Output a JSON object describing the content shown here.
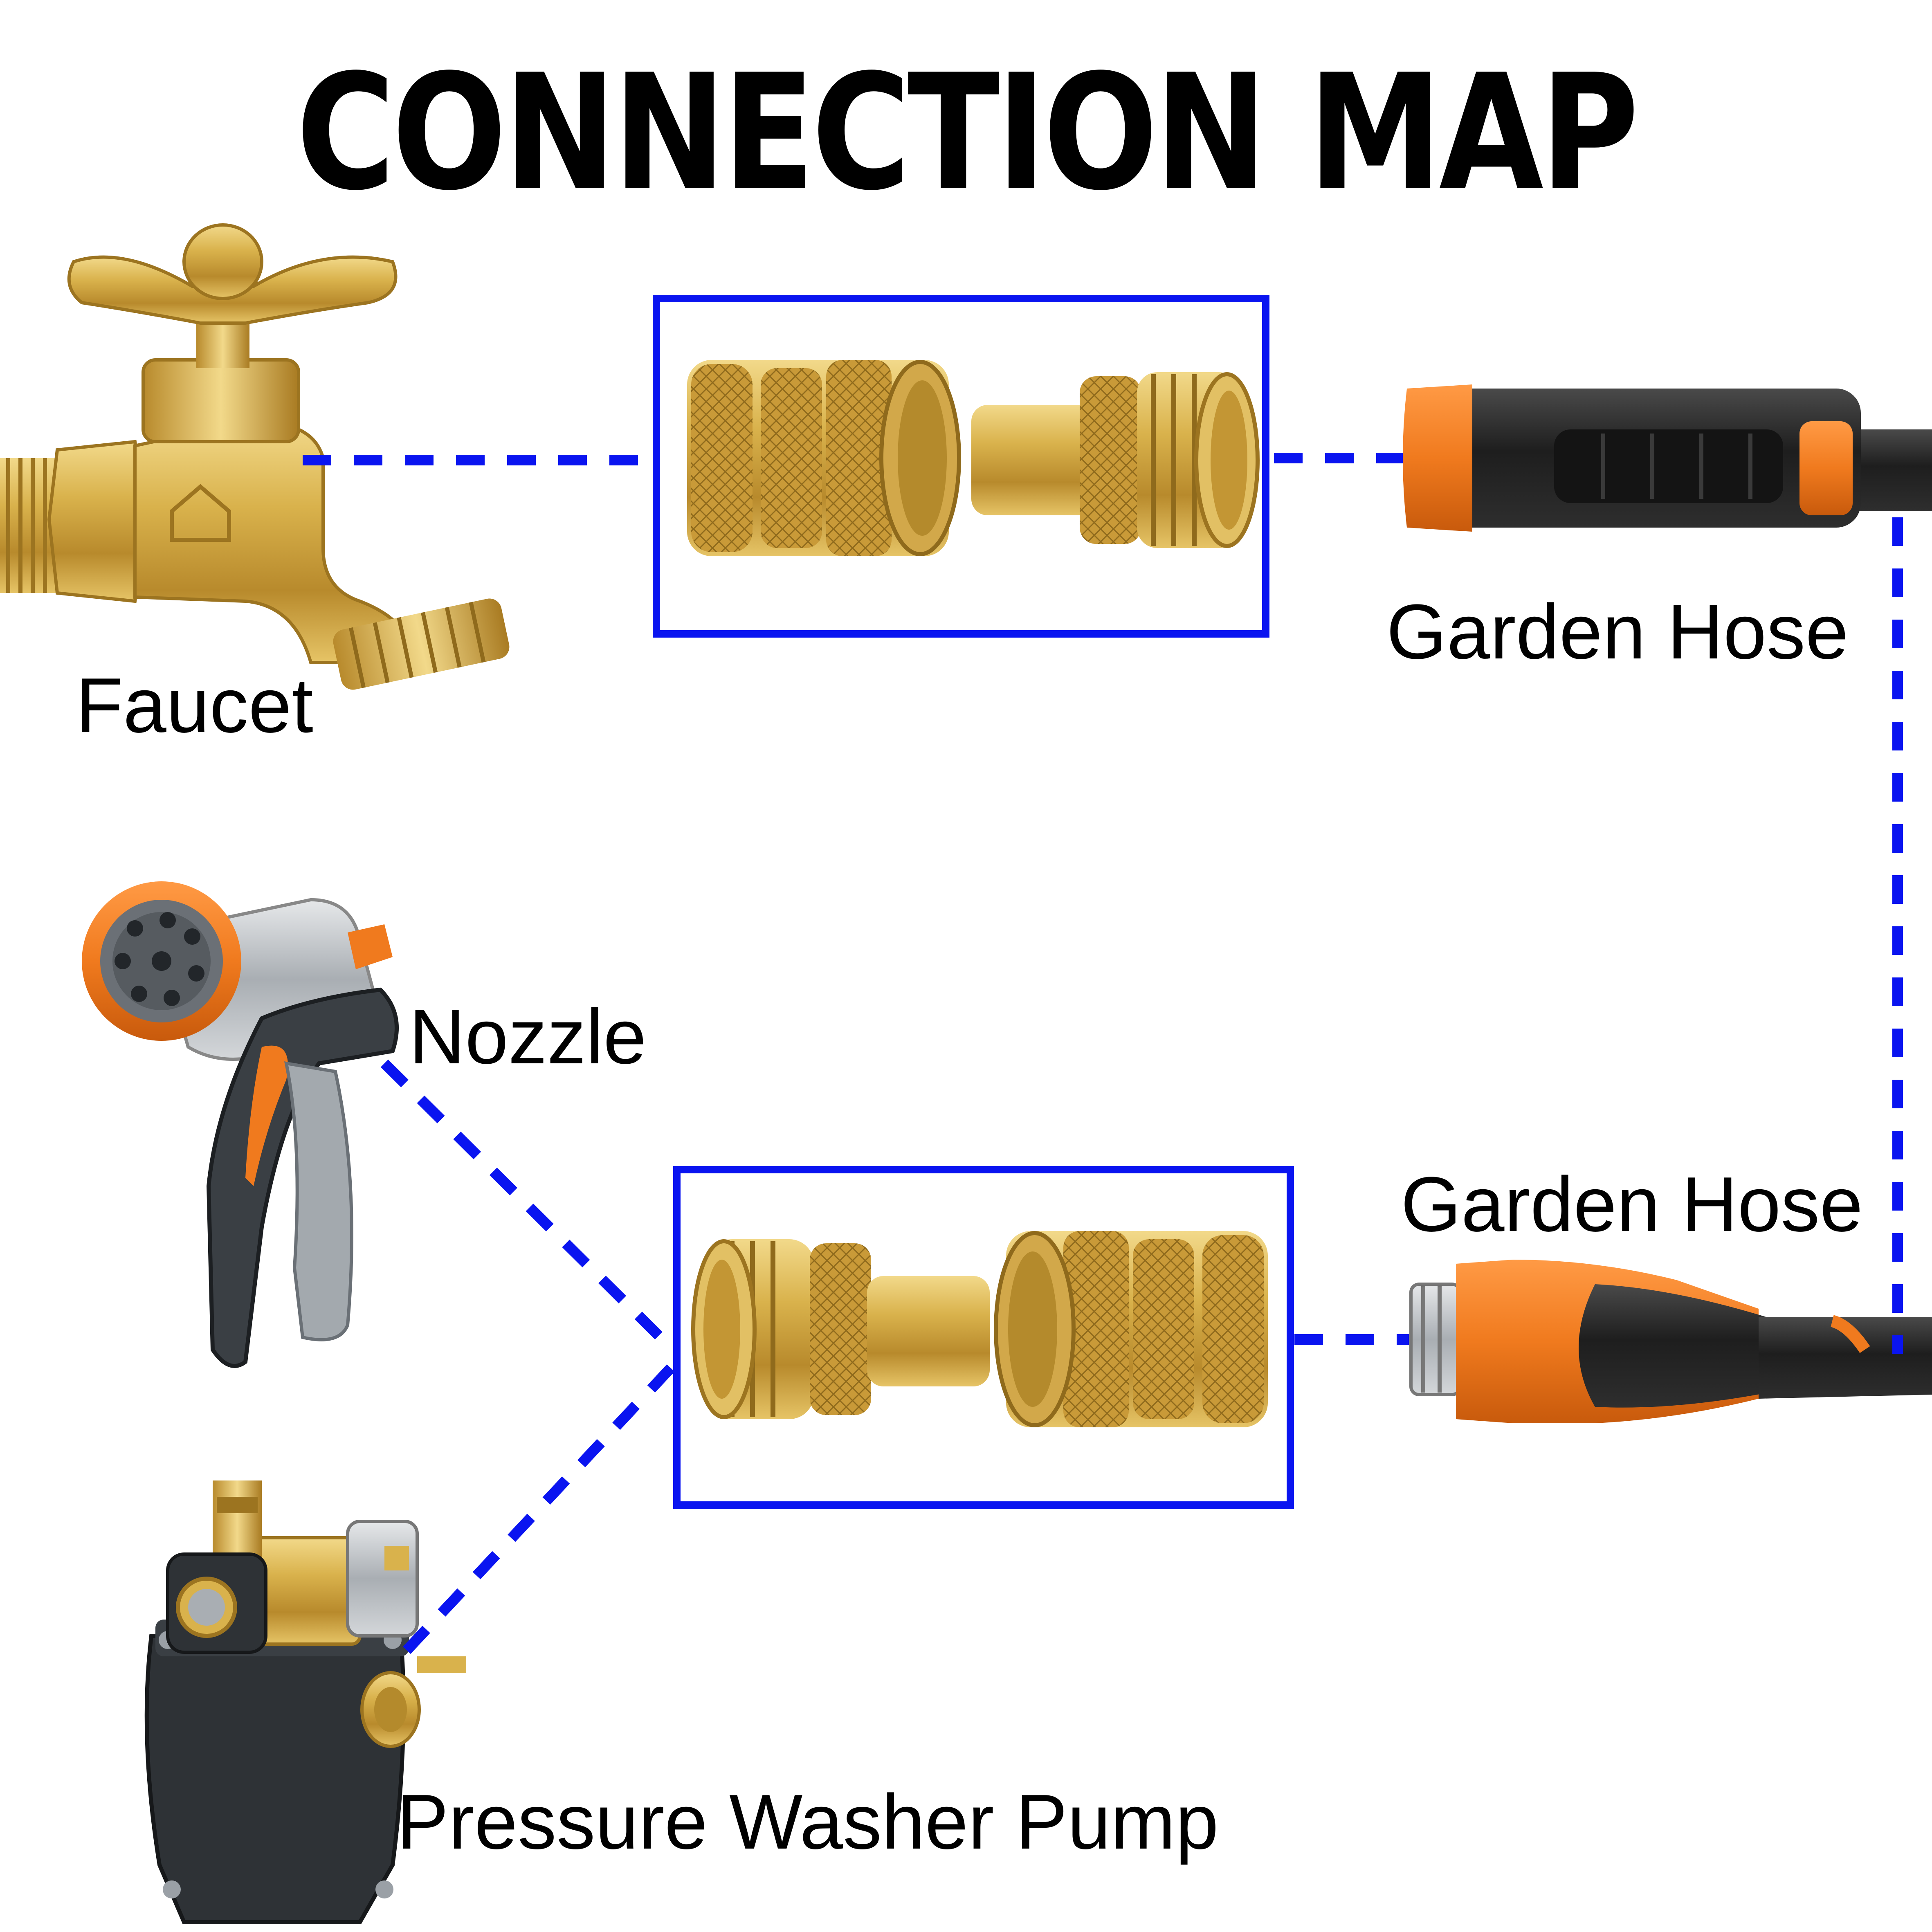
{
  "title": "CONNECTION MAP",
  "labels": {
    "faucet": "Faucet",
    "garden_hose_top": "Garden Hose",
    "nozzle": "Nozzle",
    "garden_hose_bottom": "Garden Hose",
    "pressure_washer_pump": "Pressure Washer Pump"
  },
  "colors": {
    "connector_line": "#0a14f0",
    "box_border": "#0a14f0",
    "brass": "#d8b24a",
    "brass_dark": "#9c7420",
    "hose_orange": "#f07a1e",
    "hose_black": "#222222",
    "pump_body": "#2e3236"
  }
}
